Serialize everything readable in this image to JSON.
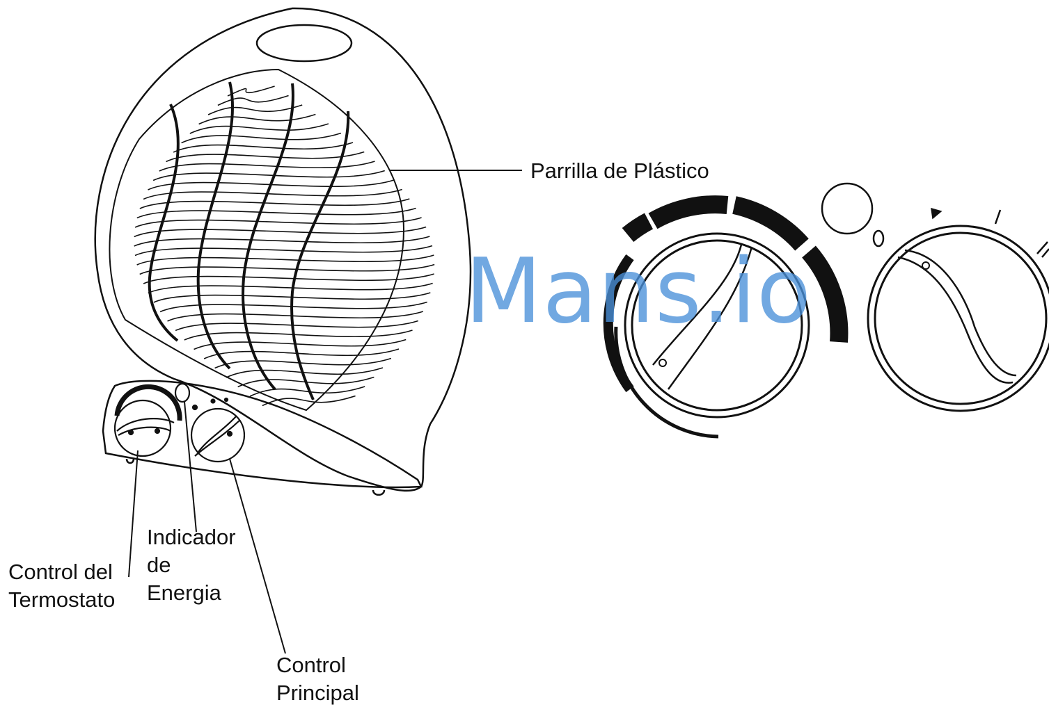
{
  "labels": {
    "grill": "Parrilla de Plástico",
    "thermostat": [
      "Control del",
      "Termostato"
    ],
    "indicator": [
      "Indicador",
      "de",
      "Energia"
    ],
    "main_control": [
      "Control",
      "Principal"
    ]
  },
  "watermark": "Mans.io",
  "colors": {
    "line": "#111111",
    "watermark": "#4a90d9",
    "background": "#ffffff"
  }
}
